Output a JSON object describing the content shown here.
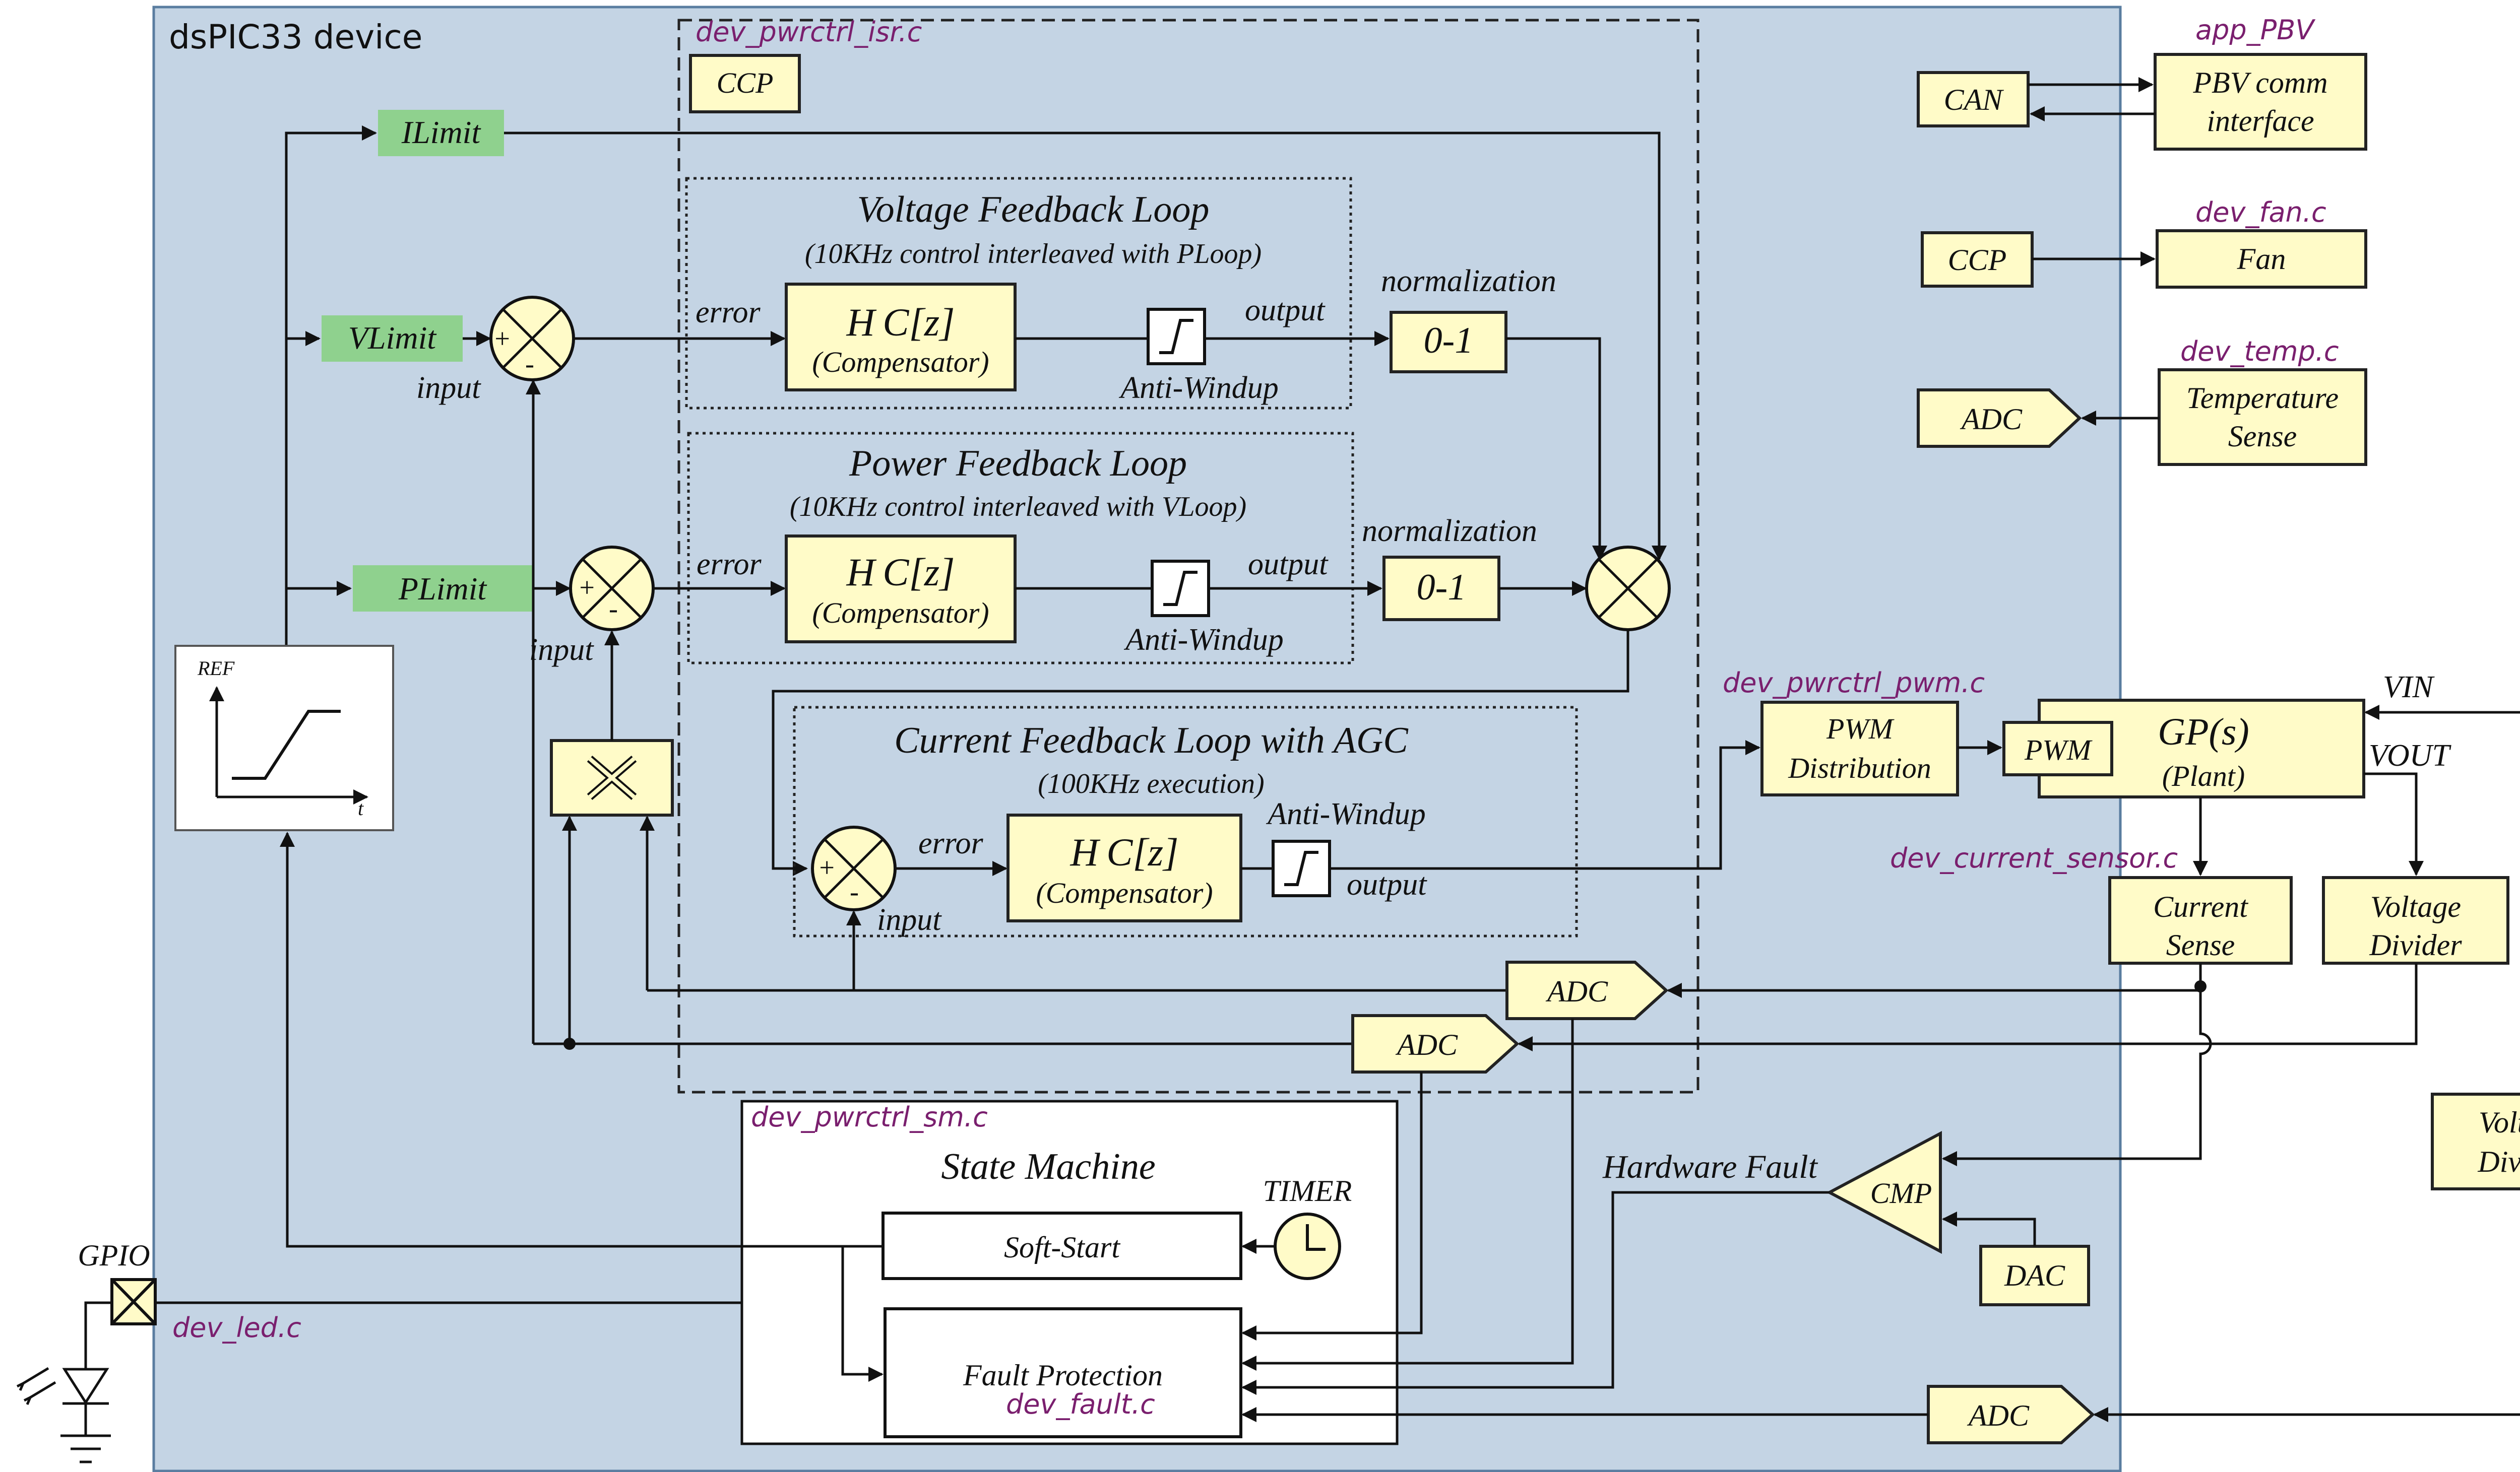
{
  "device_title": "dsPIC33 device",
  "files": {
    "isr": "dev_pwrctrl_isr.c",
    "pbv": "app_PBV",
    "fan": "dev_fan.c",
    "temp": "dev_temp.c",
    "pwm": "dev_pwrctrl_pwm.c",
    "current_sensor": "dev_current_sensor.c",
    "sm": "dev_pwrctrl_sm.c",
    "led": "dev_led.c",
    "fault": "dev_fault.c"
  },
  "limits": {
    "ilimit": "ILimit",
    "vlimit": "VLimit",
    "plimit": "PLimit"
  },
  "ccp": "CCP",
  "voltage_loop": {
    "title": "Voltage Feedback Loop",
    "subtitle": "(10KHz control interleaved with PLoop)",
    "comp_main": "H C[z]",
    "comp_sub": "(Compensator)",
    "anti_windup": "Anti-Windup",
    "error": "error",
    "output": "output",
    "input": "input",
    "normalization": "normalization",
    "norm_box": "0-1"
  },
  "power_loop": {
    "title": "Power Feedback Loop",
    "subtitle": "(10KHz control interleaved with VLoop)",
    "comp_main": "H C[z]",
    "comp_sub": "(Compensator)",
    "anti_windup": "Anti-Windup",
    "error": "error",
    "output": "output",
    "input": "input",
    "normalization": "normalization",
    "norm_box": "0-1"
  },
  "current_loop": {
    "title": "Current Feedback Loop with AGC",
    "subtitle": "(100KHz execution)",
    "comp_main": "H C[z]",
    "comp_sub": "(Compensator)",
    "anti_windup": "Anti-Windup",
    "error": "error",
    "output": "output",
    "input": "input"
  },
  "ref_graph": {
    "ylabel": "REF",
    "xlabel": "t"
  },
  "right_blocks": {
    "can": "CAN",
    "pbv_line1": "PBV comm",
    "pbv_line2": "interface",
    "ccp": "CCP",
    "fan": "Fan",
    "adc": "ADC",
    "temp_line1": "Temperature",
    "temp_line2": "Sense"
  },
  "power_stage": {
    "pwm_dist_line1": "PWM",
    "pwm_dist_line2": "Distribution",
    "pwm": "PWM",
    "plant_main": "GP(s)",
    "plant_sub": "(Plant)",
    "vin": "VIN",
    "vout": "VOUT",
    "current_sense_line1": "Current",
    "current_sense_line2": "Sense",
    "voltage_divider_line1": "Voltage",
    "voltage_divider_line2": "Divider"
  },
  "adc_labels": {
    "adc1": "ADC",
    "adc2": "ADC",
    "adc3": "ADC"
  },
  "state_machine": {
    "title": "State Machine",
    "timer": "TIMER",
    "soft_start": "Soft-Start",
    "fault_protection": "Fault Protection"
  },
  "fault_path": {
    "hardware_fault": "Hardware Fault",
    "cmp": "CMP",
    "dac": "DAC"
  },
  "gpio": "GPIO",
  "colors": {
    "device_bg": "#c4d4e4",
    "block_fill": "#fffbc8",
    "limit_fill": "#8fd18e",
    "file_tag": "#7a1f6e"
  }
}
